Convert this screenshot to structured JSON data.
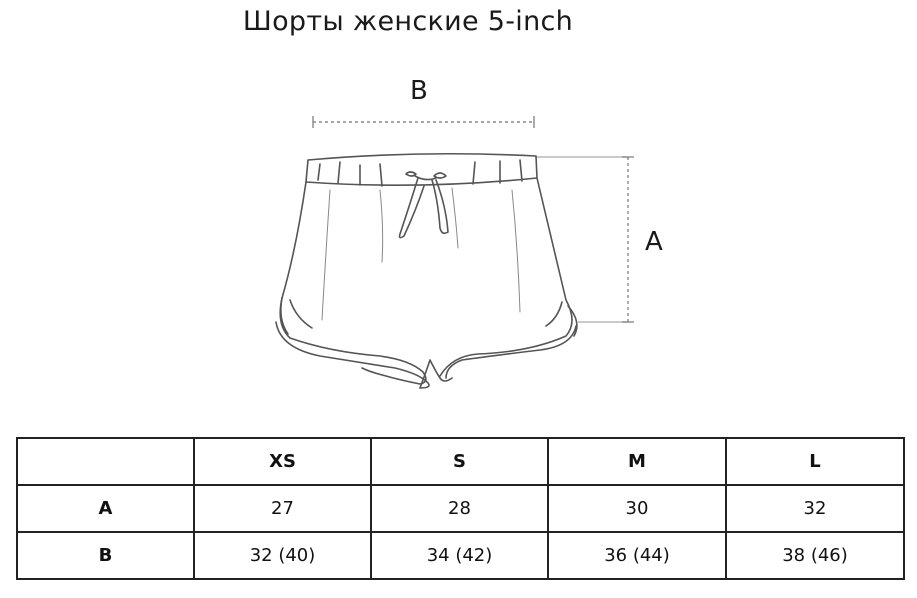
{
  "title": "Шорты женские 5-inch",
  "diagram": {
    "width_label": "B",
    "length_label": "A"
  },
  "table": {
    "corner": "",
    "sizes": [
      "XS",
      "S",
      "M",
      "L"
    ],
    "rows": [
      {
        "label": "A",
        "values": [
          "27",
          "28",
          "30",
          "32"
        ]
      },
      {
        "label": "B",
        "values": [
          "32 (40)",
          "34 (42)",
          "36 (44)",
          "38 (46)"
        ]
      }
    ]
  },
  "colors": {
    "line": "#555555",
    "measure": "#888888",
    "text": "#111111"
  }
}
